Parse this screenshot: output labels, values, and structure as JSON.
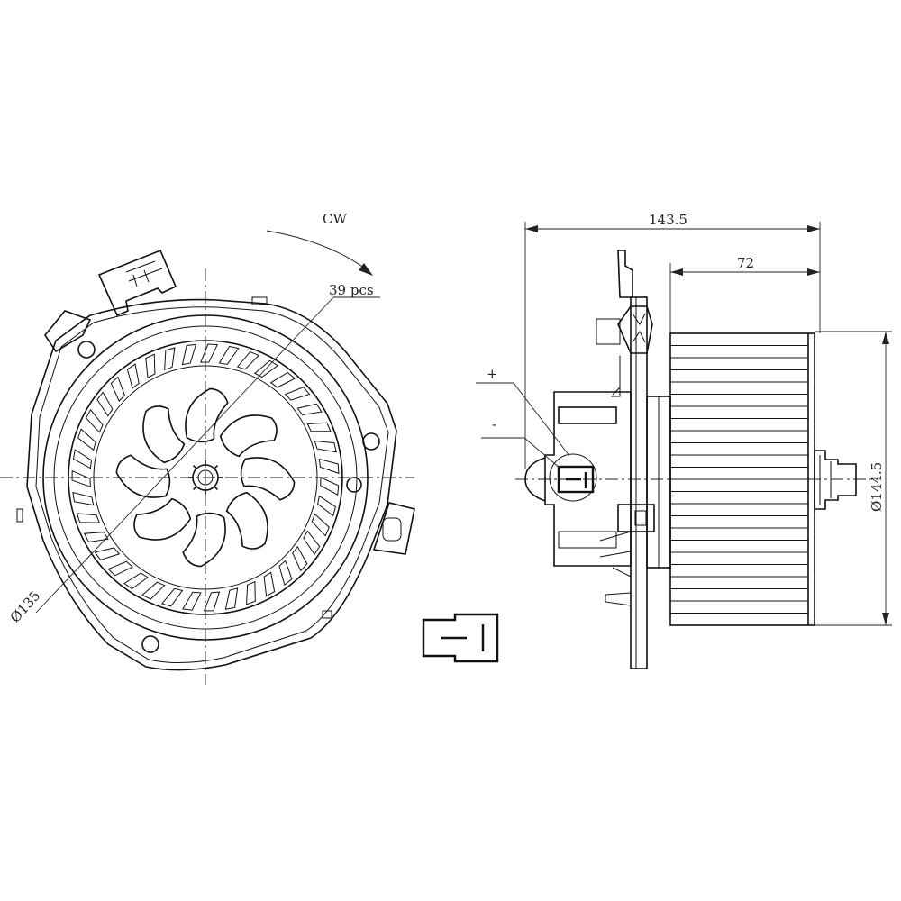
{
  "labels": {
    "rotation": "CW",
    "blade_count": "39 pcs",
    "diameter_wheel": "Ø135",
    "overall_length": "143.5",
    "wheel_width": "72",
    "diameter_housing": "Ø144.5",
    "plus": "+",
    "minus": "-"
  },
  "colors": {
    "line": "#111111",
    "background": "#ffffff"
  }
}
